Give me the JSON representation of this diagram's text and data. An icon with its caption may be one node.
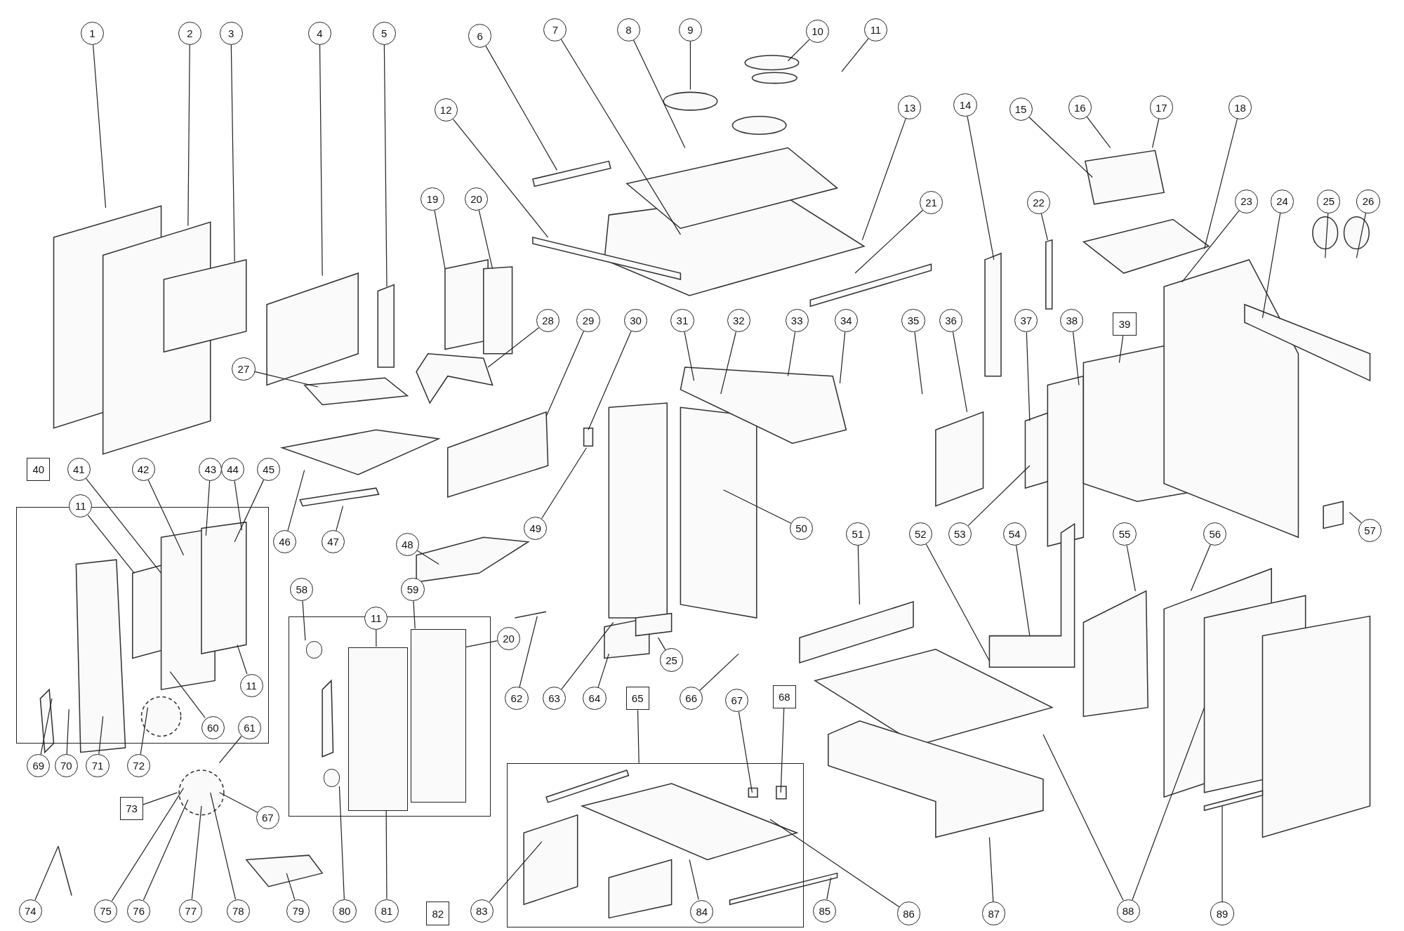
{
  "diagram": {
    "nodes": [
      {
        "text": [
          "1"
        ]
      },
      {
        "text": [
          "2"
        ]
      },
      {
        "text": [
          "3"
        ]
      },
      {
        "text": [
          "4"
        ]
      },
      {
        "text": [
          "5"
        ]
      },
      {
        "text": [
          "6"
        ]
      },
      {
        "text": [
          "7"
        ]
      },
      {
        "text": [
          "8"
        ]
      },
      {
        "text": [
          "9"
        ]
      },
      {
        "text": [
          "10"
        ]
      },
      {
        "text": [
          "11"
        ]
      },
      {
        "text": [
          "12"
        ]
      },
      {
        "text": [
          "13"
        ]
      },
      {
        "text": [
          "14"
        ]
      },
      {
        "text": [
          "15"
        ]
      },
      {
        "text": [
          "16"
        ]
      },
      {
        "text": [
          "17"
        ]
      },
      {
        "text": [
          "18"
        ]
      },
      {
        "text": [
          "19"
        ]
      },
      {
        "text": [
          "20"
        ]
      },
      {
        "text": [
          "21"
        ]
      },
      {
        "text": [
          "22"
        ]
      },
      {
        "text": [
          "23"
        ]
      },
      {
        "text": [
          "24"
        ]
      },
      {
        "text": [
          "25"
        ]
      },
      {
        "text": [
          "26"
        ]
      },
      {
        "text": [
          "27"
        ]
      },
      {
        "text": [
          "28"
        ]
      },
      {
        "text": [
          "29"
        ]
      },
      {
        "text": [
          "30"
        ]
      },
      {
        "text": [
          "31"
        ]
      },
      {
        "text": [
          "32"
        ]
      },
      {
        "text": [
          "33"
        ]
      },
      {
        "text": [
          "34"
        ]
      },
      {
        "text": [
          "35"
        ]
      },
      {
        "text": [
          "36"
        ]
      },
      {
        "text": [
          "37"
        ]
      },
      {
        "text": [
          "38"
        ]
      },
      {
        "text": [
          "39"
        ]
      },
      {
        "text": [
          "40"
        ]
      },
      {
        "text": [],
        "shape": "box"
      },
      {
        "text": [
          "41"
        ]
      },
      {
        "text": [
          "42"
        ]
      },
      {
        "text": [
          "43"
        ]
      },
      {
        "text": [
          "44"
        ]
      },
      {
        "text": [
          "45"
        ]
      },
      {
        "text": [
          "11"
        ]
      },
      {
        "text": [
          "46"
        ]
      },
      {
        "text": [
          "47"
        ]
      },
      {
        "text": [
          "48"
        ]
      },
      {
        "text": [
          "49"
        ]
      },
      {
        "text": [
          "50"
        ]
      },
      {
        "text": [
          "51"
        ]
      },
      {
        "text": [
          "52"
        ]
      },
      {
        "text": [
          "53"
        ]
      },
      {
        "text": [
          "54"
        ]
      },
      {
        "text": [
          "55"
        ]
      },
      {
        "text": [
          "56"
        ]
      },
      {
        "text": [
          "57"
        ]
      },
      {
        "text": [
          "58"
        ]
      },
      {
        "text": [
          "59"
        ]
      },
      {
        "text": [],
        "shape": "box"
      },
      {
        "text": [
          "11"
        ]
      },
      {
        "text": [
          "20"
        ]
      },
      {
        "text": [
          "25"
        ]
      },
      {
        "text": [
          "11"
        ],
        "in": 40
      },
      {
        "text": [
          "62"
        ]
      },
      {
        "text": [
          "63"
        ]
      },
      {
        "text": [
          "64"
        ]
      },
      {
        "text": [
          "65"
        ]
      },
      {
        "text": [
          "66"
        ]
      },
      {
        "text": [
          "67"
        ]
      },
      {
        "text": [
          "68"
        ]
      },
      {
        "text": [],
        "shape": "box"
      },
      {
        "text": [
          "60"
        ],
        "in": 40
      },
      {
        "text": [
          "61"
        ],
        "in": 40
      },
      {
        "text": [
          "69"
        ]
      },
      {
        "text": [
          "70"
        ]
      },
      {
        "text": [
          "71"
        ]
      },
      {
        "text": [
          "72"
        ]
      },
      {
        "text": [
          "73"
        ]
      },
      {
        "text": [
          "67"
        ]
      },
      {
        "text": [
          "74"
        ]
      },
      {
        "text": [
          "75"
        ]
      },
      {
        "text": [
          "76"
        ]
      },
      {
        "text": [
          "77"
        ]
      },
      {
        "text": [
          "78"
        ]
      },
      {
        "text": [
          "79"
        ]
      },
      {
        "text": [
          "80"
        ]
      },
      {
        "text": [
          "81"
        ]
      },
      {
        "text": [
          "82"
        ]
      },
      {
        "text": [
          "83"
        ]
      },
      {
        "text": [
          "84"
        ],
        "in": 73
      },
      {
        "text": [
          "85"
        ]
      },
      {
        "text": [
          "86"
        ]
      },
      {
        "text": [
          "87"
        ]
      },
      {
        "text": [
          "88"
        ]
      },
      {
        "text": [
          "89"
        ]
      },
      {
        "text": [],
        "shape": "circle",
        "in": 61
      },
      {
        "text": [],
        "shape": "box",
        "in": 61
      },
      {
        "text": [],
        "shape": "box",
        "in": 61
      },
      {
        "text": [],
        "shape": "circle",
        "in": 61
      }
    ],
    "edges": [
      {
        "from": 0,
        "to": null,
        "arrow": "none"
      },
      {
        "from": 1,
        "to": null,
        "arrow": "none"
      },
      {
        "from": 2,
        "to": null,
        "arrow": "none"
      },
      {
        "from": 3,
        "to": null,
        "arrow": "none"
      },
      {
        "from": 4,
        "to": null,
        "arrow": "none"
      },
      {
        "from": 5,
        "to": null,
        "arrow": "none"
      },
      {
        "from": 6,
        "to": null,
        "arrow": "none"
      },
      {
        "from": 7,
        "to": null,
        "arrow": "none"
      },
      {
        "from": 8,
        "to": null,
        "arrow": "none"
      },
      {
        "from": 9,
        "to": null,
        "arrow": "none"
      },
      {
        "from": 10,
        "to": null,
        "arrow": "none"
      },
      {
        "from": 11,
        "to": null,
        "arrow": "none"
      },
      {
        "from": 12,
        "to": null,
        "arrow": "none"
      },
      {
        "from": 13,
        "to": null,
        "arrow": "none"
      },
      {
        "from": 14,
        "to": null,
        "arrow": "none"
      },
      {
        "from": 15,
        "to": null,
        "arrow": "none"
      },
      {
        "from": 16,
        "to": null,
        "arrow": "none"
      },
      {
        "from": 17,
        "to": null,
        "arrow": "none"
      },
      {
        "from": 18,
        "to": null,
        "arrow": "none"
      },
      {
        "from": 19,
        "to": null,
        "arrow": "none"
      },
      {
        "from": 20,
        "to": null,
        "arrow": "none"
      },
      {
        "from": 21,
        "to": null,
        "arrow": "none"
      },
      {
        "from": 22,
        "to": null,
        "arrow": "none"
      },
      {
        "from": 23,
        "to": null,
        "arrow": "none"
      },
      {
        "from": 24,
        "to": null,
        "arrow": "none"
      },
      {
        "from": 25,
        "to": null,
        "arrow": "none"
      },
      {
        "from": 26,
        "to": null,
        "arrow": "none"
      },
      {
        "from": 27,
        "to": null,
        "arrow": "none"
      },
      {
        "from": 28,
        "to": null,
        "arrow": "none"
      },
      {
        "from": 29,
        "to": null,
        "arrow": "none"
      },
      {
        "from": 30,
        "to": null,
        "arrow": "none"
      },
      {
        "from": 31,
        "to": null,
        "arrow": "none"
      },
      {
        "from": 32,
        "to": null,
        "arrow": "none"
      },
      {
        "from": 33,
        "to": null,
        "arrow": "none"
      },
      {
        "from": 34,
        "to": null,
        "arrow": "none"
      },
      {
        "from": 35,
        "to": null,
        "arrow": "none"
      },
      {
        "from": 36,
        "to": null,
        "arrow": "none"
      },
      {
        "from": 37,
        "to": null,
        "arrow": "none"
      },
      {
        "from": 38,
        "to": null,
        "arrow": "none"
      },
      {
        "from": 41,
        "to": null,
        "arrow": "none"
      },
      {
        "from": 42,
        "to": null,
        "arrow": "none"
      },
      {
        "from": 43,
        "to": null,
        "arrow": "none"
      },
      {
        "from": 44,
        "to": null,
        "arrow": "none"
      },
      {
        "from": 45,
        "to": null,
        "arrow": "none"
      },
      {
        "from": 46,
        "to": null,
        "arrow": "none"
      },
      {
        "from": 47,
        "to": null,
        "arrow": "none"
      },
      {
        "from": 48,
        "to": null,
        "arrow": "none"
      },
      {
        "from": 49,
        "to": null,
        "arrow": "none"
      },
      {
        "from": 50,
        "to": null,
        "arrow": "none"
      },
      {
        "from": 51,
        "to": null,
        "arrow": "none"
      },
      {
        "from": 52,
        "to": null,
        "arrow": "none"
      },
      {
        "from": 53,
        "to": null,
        "arrow": "none"
      },
      {
        "from": 54,
        "to": null,
        "arrow": "none"
      },
      {
        "from": 55,
        "to": null,
        "arrow": "none"
      },
      {
        "from": 56,
        "to": null,
        "arrow": "none"
      },
      {
        "from": 57,
        "to": null,
        "arrow": "none"
      },
      {
        "from": 58,
        "to": null,
        "arrow": "none"
      },
      {
        "from": 59,
        "to": 98,
        "arrow": "none"
      },
      {
        "from": 60,
        "to": 100,
        "arrow": "none"
      },
      {
        "from": 62,
        "to": 99,
        "arrow": "none"
      },
      {
        "from": 63,
        "to": 100,
        "arrow": "none"
      },
      {
        "from": 64,
        "to": null,
        "arrow": "none"
      },
      {
        "from": 65,
        "to": null,
        "arrow": "none"
      },
      {
        "from": 66,
        "to": null,
        "arrow": "none"
      },
      {
        "from": 67,
        "to": null,
        "arrow": "none"
      },
      {
        "from": 68,
        "to": null,
        "arrow": "none"
      },
      {
        "from": 69,
        "to": 73,
        "arrow": "none"
      },
      {
        "from": 70,
        "to": null,
        "arrow": "none"
      },
      {
        "from": 71,
        "to": null,
        "arrow": "none"
      },
      {
        "from": 72,
        "to": null,
        "arrow": "none"
      },
      {
        "from": 74,
        "to": null,
        "arrow": "none"
      },
      {
        "from": 75,
        "to": null,
        "arrow": "none"
      },
      {
        "from": 76,
        "to": null,
        "arrow": "none"
      },
      {
        "from": 77,
        "to": null,
        "arrow": "none"
      },
      {
        "from": 78,
        "to": null,
        "arrow": "none"
      },
      {
        "from": 79,
        "to": null,
        "arrow": "none"
      },
      {
        "from": 80,
        "to": null,
        "arrow": "none"
      },
      {
        "from": 81,
        "to": null,
        "arrow": "none"
      },
      {
        "from": 82,
        "to": null,
        "arrow": "none"
      },
      {
        "from": 83,
        "to": null,
        "arrow": "none"
      },
      {
        "from": 84,
        "to": null,
        "arrow": "none"
      },
      {
        "from": 85,
        "to": null,
        "arrow": "none"
      },
      {
        "from": 86,
        "to": null,
        "arrow": "none"
      },
      {
        "from": 87,
        "to": null,
        "arrow": "none"
      },
      {
        "from": 88,
        "to": 101,
        "arrow": "none"
      },
      {
        "from": 89,
        "to": 99,
        "arrow": "none"
      },
      {
        "from": 91,
        "to": null,
        "arrow": "none"
      },
      {
        "from": 92,
        "to": null,
        "arrow": "none"
      },
      {
        "from": 93,
        "to": null,
        "arrow": "none"
      },
      {
        "from": 94,
        "to": null,
        "arrow": "none"
      },
      {
        "from": 95,
        "to": null,
        "arrow": "none"
      },
      {
        "from": 96,
        "to": null,
        "arrow": "none"
      },
      {
        "from": 96,
        "to": null,
        "arrow": "none"
      },
      {
        "from": 97,
        "to": null,
        "arrow": "none"
      }
    ]
  }
}
